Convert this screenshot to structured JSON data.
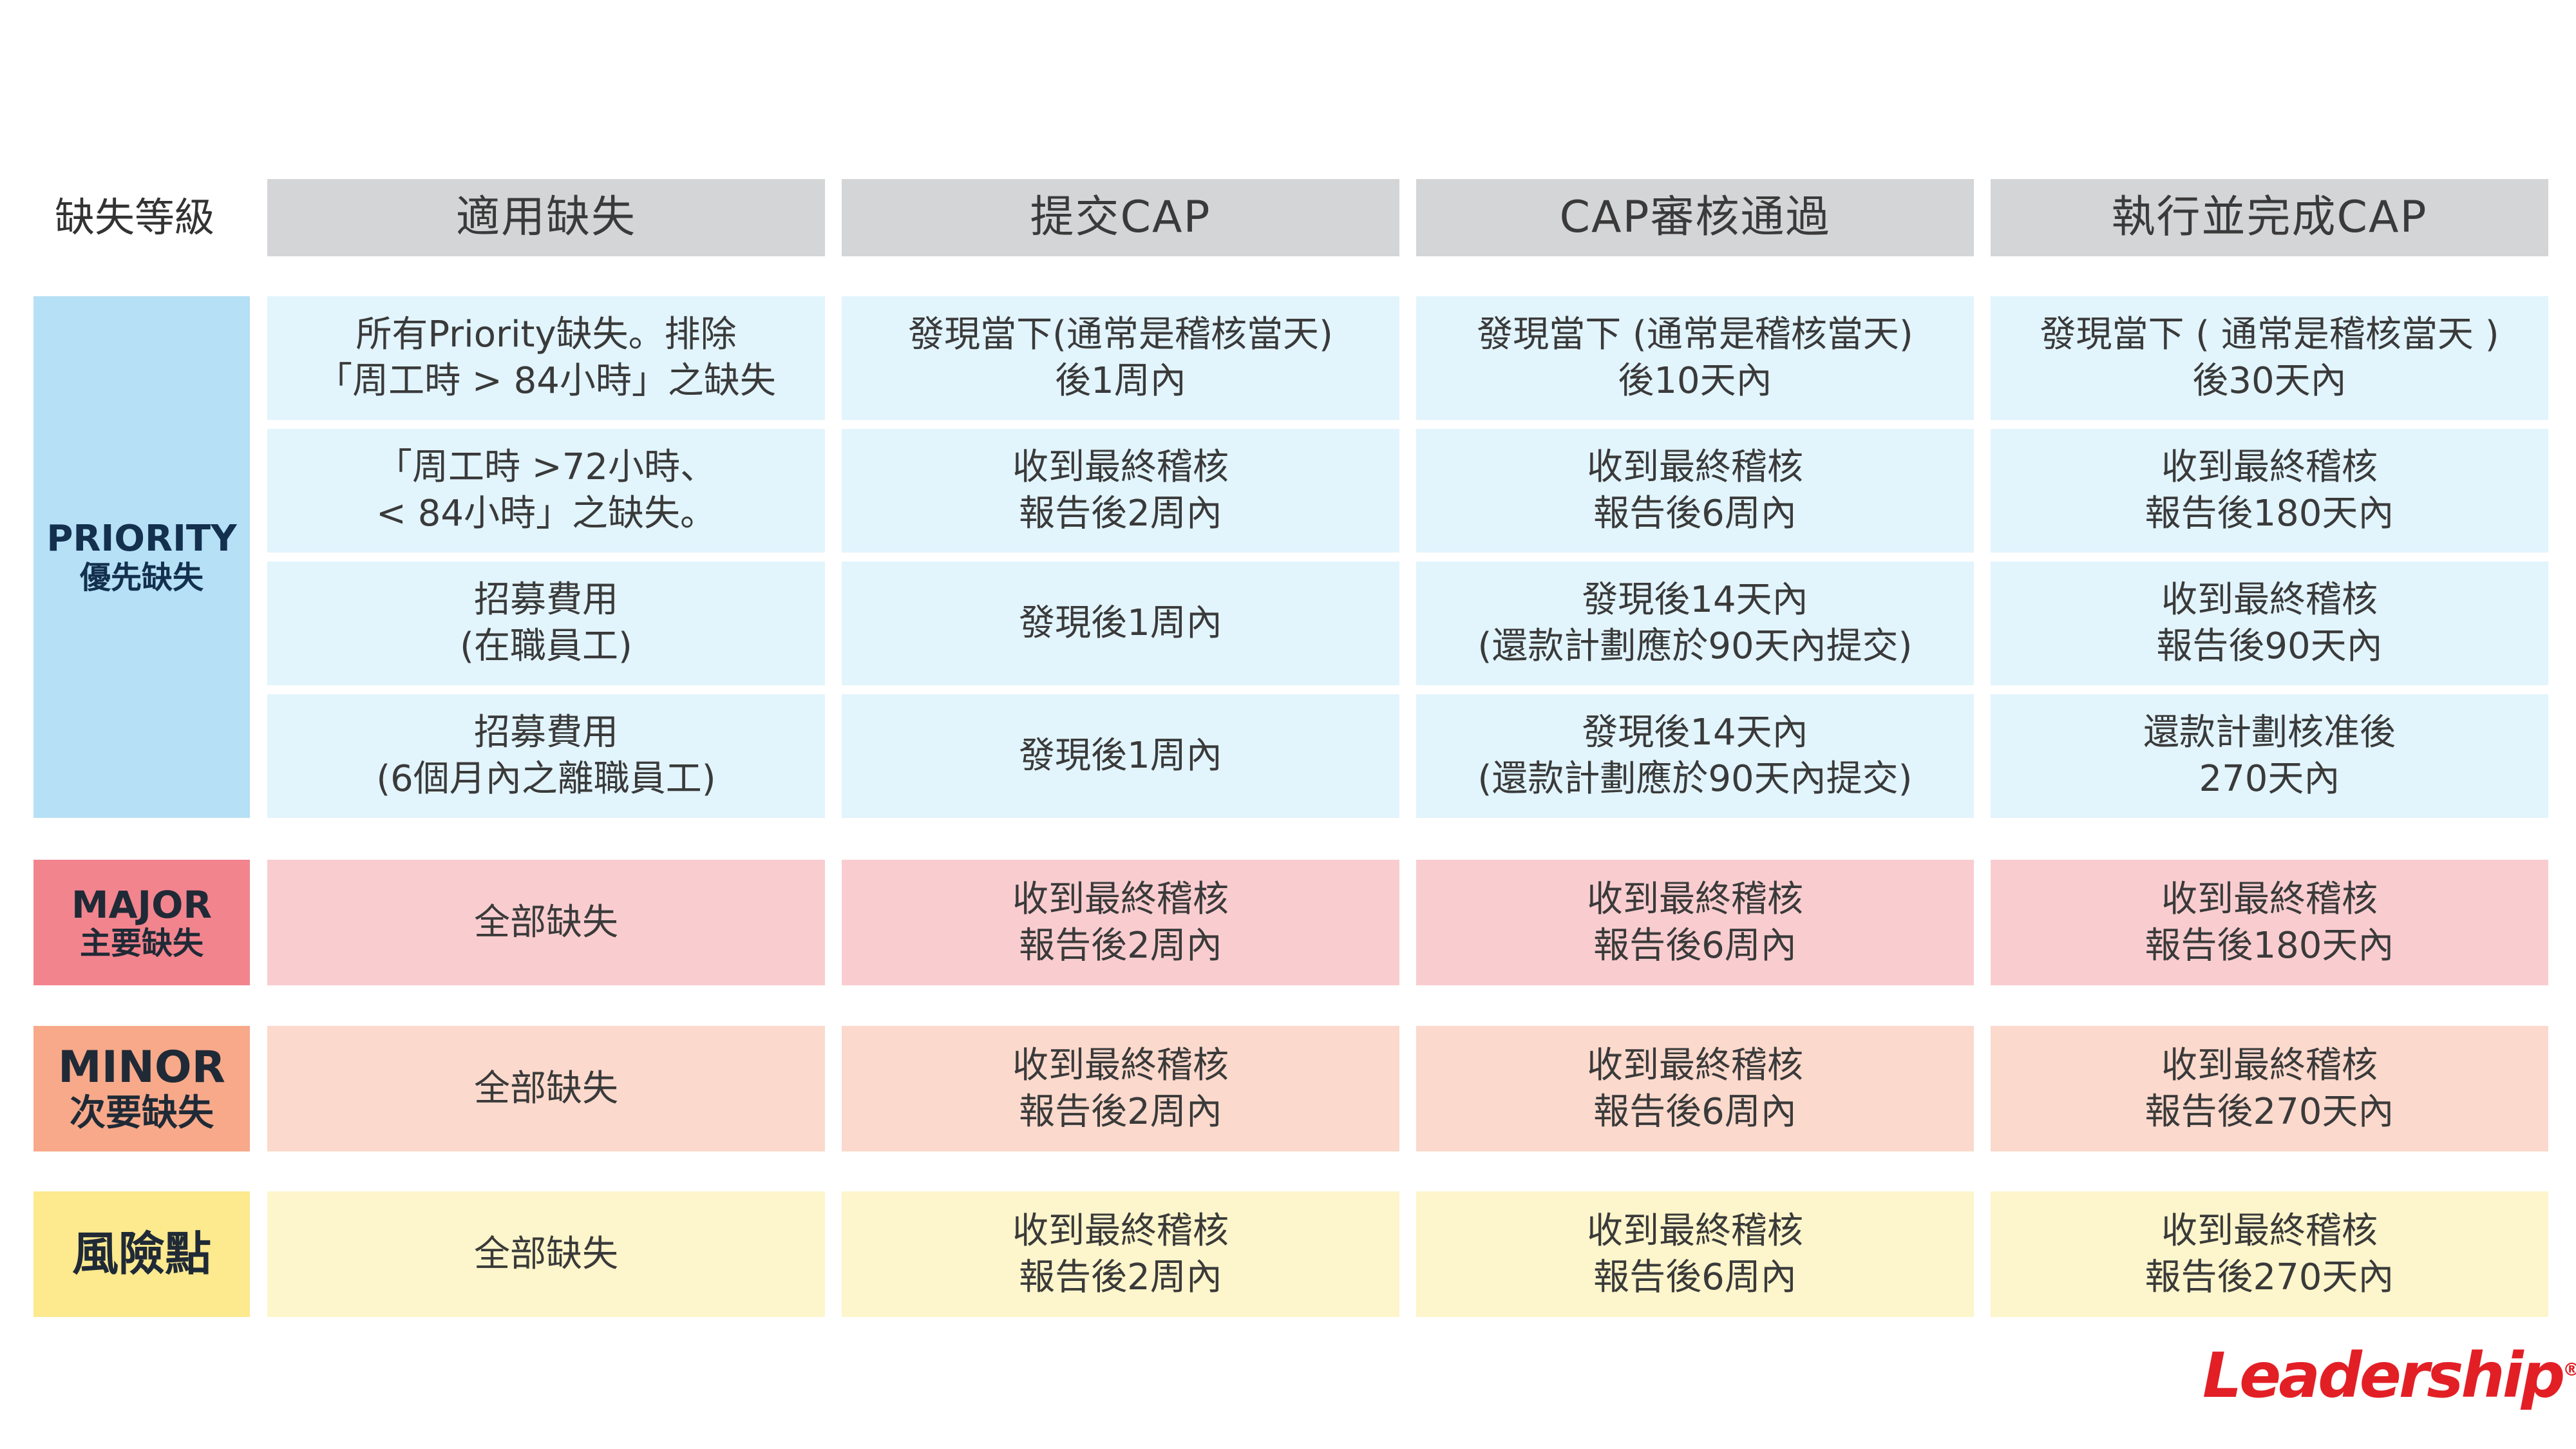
{
  "header": {
    "corner": "缺失等級",
    "columns": [
      "適用缺失",
      "提交CAP",
      "CAP審核通過",
      "執行並完成CAP"
    ]
  },
  "levels": {
    "priority": {
      "en": "PRIORITY",
      "zh": "優先缺失"
    },
    "major": {
      "en": "MAJOR",
      "zh": "主要缺失"
    },
    "minor": {
      "en": "MINOR",
      "zh": "次要缺失"
    },
    "risk": {
      "zh": "風險點"
    }
  },
  "rows": [
    {
      "level": "priority",
      "cells": [
        "所有Priority缺失。排除\n「周工時 > 84小時」之缺失",
        "發現當下(通常是稽核當天)\n後1周內",
        "發現當下 (通常是稽核當天)\n後10天內",
        "發現當下 ( 通常是稽核當天 )\n後30天內"
      ]
    },
    {
      "level": "priority",
      "cells": [
        "「周工時 >72小時、\n< 84小時」之缺失。",
        "收到最終稽核\n報告後2周內",
        "收到最終稽核\n報告後6周內",
        "收到最終稽核\n報告後180天內"
      ]
    },
    {
      "level": "priority",
      "cells": [
        "招募費用\n(在職員工)",
        "發現後1周內",
        "發現後14天內\n(還款計劃應於90天內提交)",
        "收到最終稽核\n報告後90天內"
      ]
    },
    {
      "level": "priority",
      "cells": [
        "招募費用\n(6個月內之離職員工)",
        "發現後1周內",
        "發現後14天內\n(還款計劃應於90天內提交)",
        "還款計劃核准後\n270天內"
      ]
    },
    {
      "level": "major",
      "cells": [
        "全部缺失",
        "收到最終稽核\n報告後2周內",
        "收到最終稽核\n報告後6周內",
        "收到最終稽核\n報告後180天內"
      ]
    },
    {
      "level": "minor",
      "cells": [
        "全部缺失",
        "收到最終稽核\n報告後2周內",
        "收到最終稽核\n報告後6周內",
        "收到最終稽核\n報告後270天內"
      ]
    },
    {
      "level": "risk",
      "cells": [
        "全部缺失",
        "收到最終稽核\n報告後2周內",
        "收到最終稽核\n報告後6周內",
        "收到最終稽核\n報告後270天內"
      ]
    }
  ],
  "logo": {
    "text": "Leadership",
    "mark": "®"
  },
  "colors": {
    "header_bg": "#d4d5d7",
    "priority_level": "#b5e0f5",
    "priority_cell": "#e2f4fc",
    "major_level": "#f2848e",
    "major_cell": "#f9cdd0",
    "minor_level": "#f7a98a",
    "minor_cell": "#fbd9cc",
    "risk_level": "#fde98e",
    "risk_cell": "#fdf5cb",
    "logo_red": "#e31f26"
  }
}
